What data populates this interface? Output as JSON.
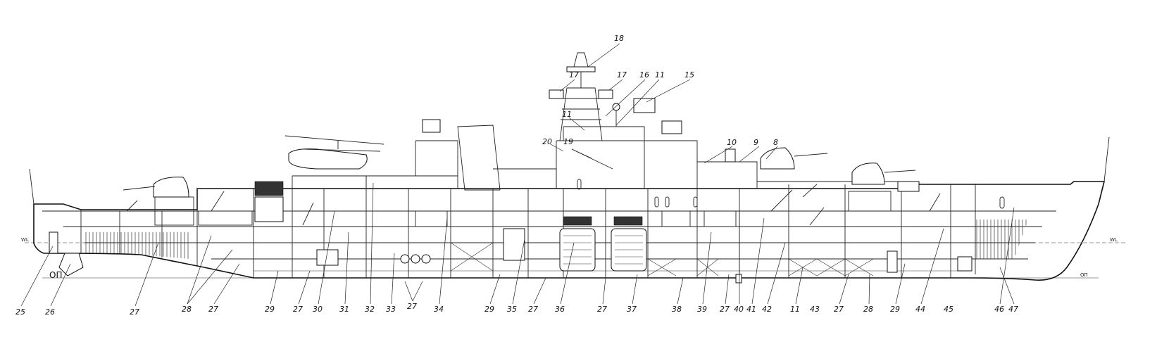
{
  "waterline_fwd": "WL",
  "waterline_aft": "WL",
  "baseline": "ОП",
  "baseline_fwd": "ОП",
  "callouts": [
    {
      "id": "top-18",
      "text": "18"
    },
    {
      "id": "top-17a",
      "text": "17"
    },
    {
      "id": "top-16",
      "text": "16"
    },
    {
      "id": "top-17b",
      "text": "17"
    },
    {
      "id": "top-11a",
      "text": "11"
    },
    {
      "id": "top-15",
      "text": "15"
    },
    {
      "id": "top-11b",
      "text": "11"
    },
    {
      "id": "top-20",
      "text": "20"
    },
    {
      "id": "top-19",
      "text": "19"
    },
    {
      "id": "top-10",
      "text": "10"
    },
    {
      "id": "top-9",
      "text": "9"
    },
    {
      "id": "top-8",
      "text": "8"
    },
    {
      "id": "bot-25",
      "text": "25"
    },
    {
      "id": "bot-26",
      "text": "26"
    },
    {
      "id": "bot-27a",
      "text": "27"
    },
    {
      "id": "bot-28a",
      "text": "28"
    },
    {
      "id": "bot-27b",
      "text": "27"
    },
    {
      "id": "bot-29a",
      "text": "29"
    },
    {
      "id": "bot-27c",
      "text": "27"
    },
    {
      "id": "bot-30",
      "text": "30"
    },
    {
      "id": "bot-31",
      "text": "31"
    },
    {
      "id": "bot-32",
      "text": "32"
    },
    {
      "id": "bot-33",
      "text": "33"
    },
    {
      "id": "bot-27d",
      "text": "27"
    },
    {
      "id": "bot-34",
      "text": "34"
    },
    {
      "id": "bot-29b",
      "text": "29"
    },
    {
      "id": "bot-35",
      "text": "35"
    },
    {
      "id": "bot-27e",
      "text": "27"
    },
    {
      "id": "bot-36",
      "text": "36"
    },
    {
      "id": "bot-27f",
      "text": "27"
    },
    {
      "id": "bot-37",
      "text": "37"
    },
    {
      "id": "bot-38",
      "text": "38"
    },
    {
      "id": "bot-39",
      "text": "39"
    },
    {
      "id": "bot-27g",
      "text": "27"
    },
    {
      "id": "bot-40",
      "text": "40"
    },
    {
      "id": "bot-41",
      "text": "41"
    },
    {
      "id": "bot-42",
      "text": "42"
    },
    {
      "id": "bot-11",
      "text": "11"
    },
    {
      "id": "bot-43",
      "text": "43"
    },
    {
      "id": "bot-27h",
      "text": "27"
    },
    {
      "id": "bot-28b",
      "text": "28"
    },
    {
      "id": "bot-29c",
      "text": "29"
    },
    {
      "id": "bot-44",
      "text": "44"
    },
    {
      "id": "bot-45",
      "text": "45"
    },
    {
      "id": "bot-46",
      "text": "46"
    },
    {
      "id": "bot-47",
      "text": "47"
    }
  ]
}
